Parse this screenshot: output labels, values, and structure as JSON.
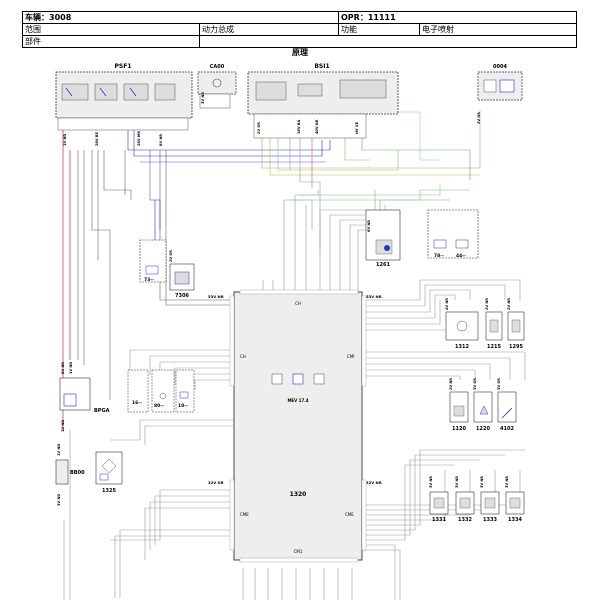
{
  "header": {
    "vehicle_label": "车辆：3008",
    "opr_label": "OPR：11111",
    "range_label": "范围",
    "range_value": "动力总成",
    "function_label": "功能",
    "function_value": "电子喷射",
    "part_label": "部件"
  },
  "title": "原理",
  "components": {
    "psf1": "PSF1",
    "ca00": "CA00",
    "bsi1": "BSI1",
    "c0004": "0004",
    "c1261": "1261",
    "c7306": "7306",
    "c1312": "1312",
    "c1215": "1215",
    "c1295": "1295",
    "bpga": "BPGA",
    "c1120": "1120",
    "c1220": "1220",
    "c4102": "4102",
    "bb00": "BB00",
    "c1325": "1325",
    "c1320": "1320",
    "c1331": "1331",
    "c1332": "1332",
    "c1333": "1333",
    "c1334": "1334",
    "c16": "16--",
    "c80": "80--",
    "c10": "10--",
    "c73": "73--",
    "c78": "78--",
    "c44": "44--"
  },
  "ecu": {
    "model": "MEV 17.4",
    "ch_top": "CH",
    "ch_left": "CH",
    "cmi_right": "CMI",
    "cme_left": "CME",
    "cme_right": "CME",
    "cmi_bottom": "CM1",
    "conn_53v": "53V NR",
    "conn_53v_r": "53V NR",
    "conn_32v_gr": "32V GR",
    "conn_32v_nr": "32V NR"
  },
  "connectors": {
    "psf1_a": "1V ND",
    "psf1_b": "28V BE",
    "psf1_c": "28V MR",
    "psf1_d": "8V NR",
    "ca00_a": "3V NR",
    "bsi1_a": "2V GR",
    "bsi1_b": "16V BA",
    "bsi1_c": "40V NR",
    "bsi1_d": "NV VE",
    "c0004_a": "2V GR",
    "c1261_a": "6V NR",
    "c7306_a": "2V GR",
    "bpga_a": "8V NR",
    "bpga_b": "1V ND",
    "bpga_c": "1V ND",
    "bb00_a": "1V ND",
    "bb00_b": "3V ND",
    "c1312_a": "4V NR",
    "c1215_a": "2V NR",
    "c1295_a": "2V NR",
    "c1120_a": "2V NR",
    "c1220_a": "3V GR",
    "c4102_a": "3V GR",
    "c1331_a": "3V NR",
    "c1332_a": "3V NR",
    "c1333_a": "3V NR",
    "c1334_a": "3V NR"
  }
}
